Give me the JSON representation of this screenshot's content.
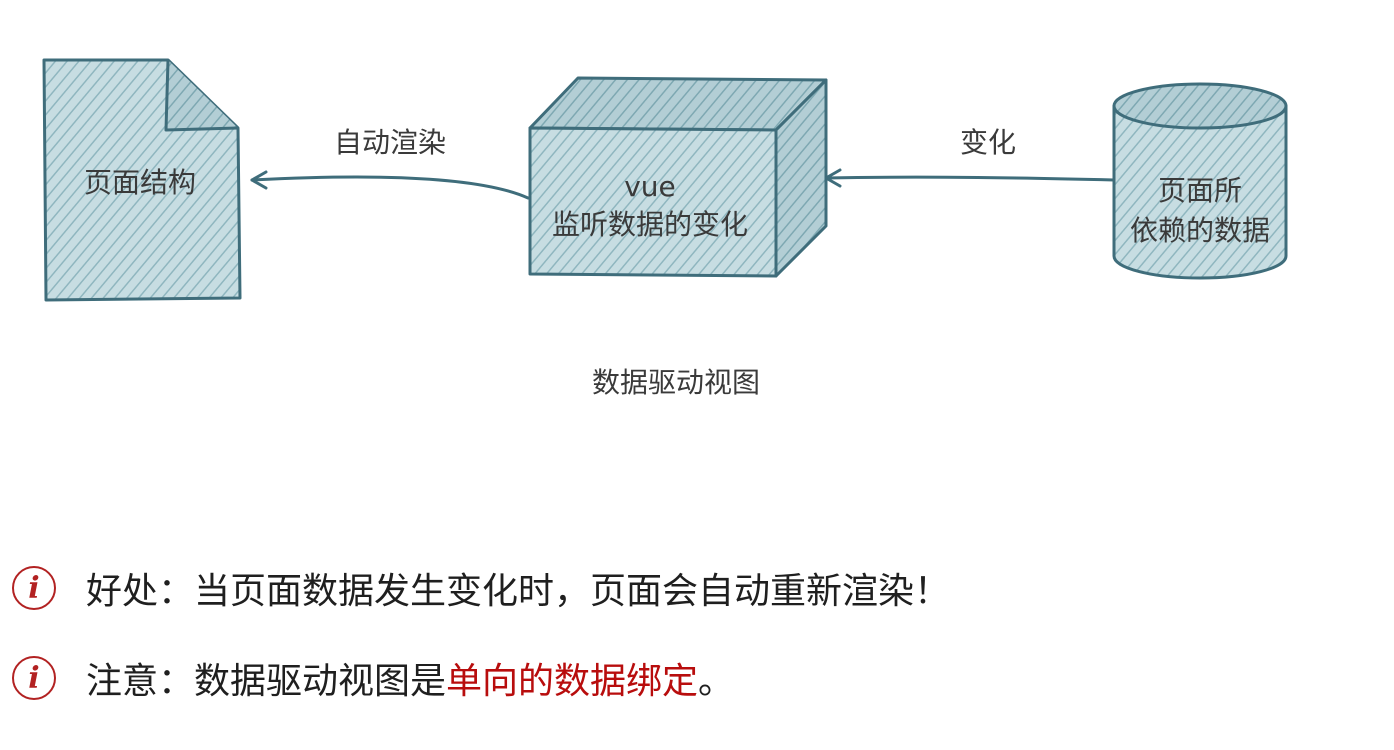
{
  "diagram": {
    "page_structure_label": "页面结构",
    "auto_render_label": "自动渲染",
    "vue_line1": "vue",
    "vue_line2": "监听数据的变化",
    "change_label": "变化",
    "data_line1": "页面所",
    "data_line2": "依赖的数据",
    "caption": "数据驱动视图",
    "colors": {
      "fill": "#b8d4da",
      "stroke": "#3f6d7b",
      "text": "#3a3a3a"
    }
  },
  "notes": [
    {
      "icon": "info-icon",
      "text": "好处：当页面数据发生变化时，页面会自动重新渲染！"
    },
    {
      "icon": "info-icon",
      "prefix": "注意：数据驱动视图是",
      "highlight": "单向的数据绑定",
      "suffix": "。",
      "highlight_color": "#b80d0d"
    }
  ]
}
